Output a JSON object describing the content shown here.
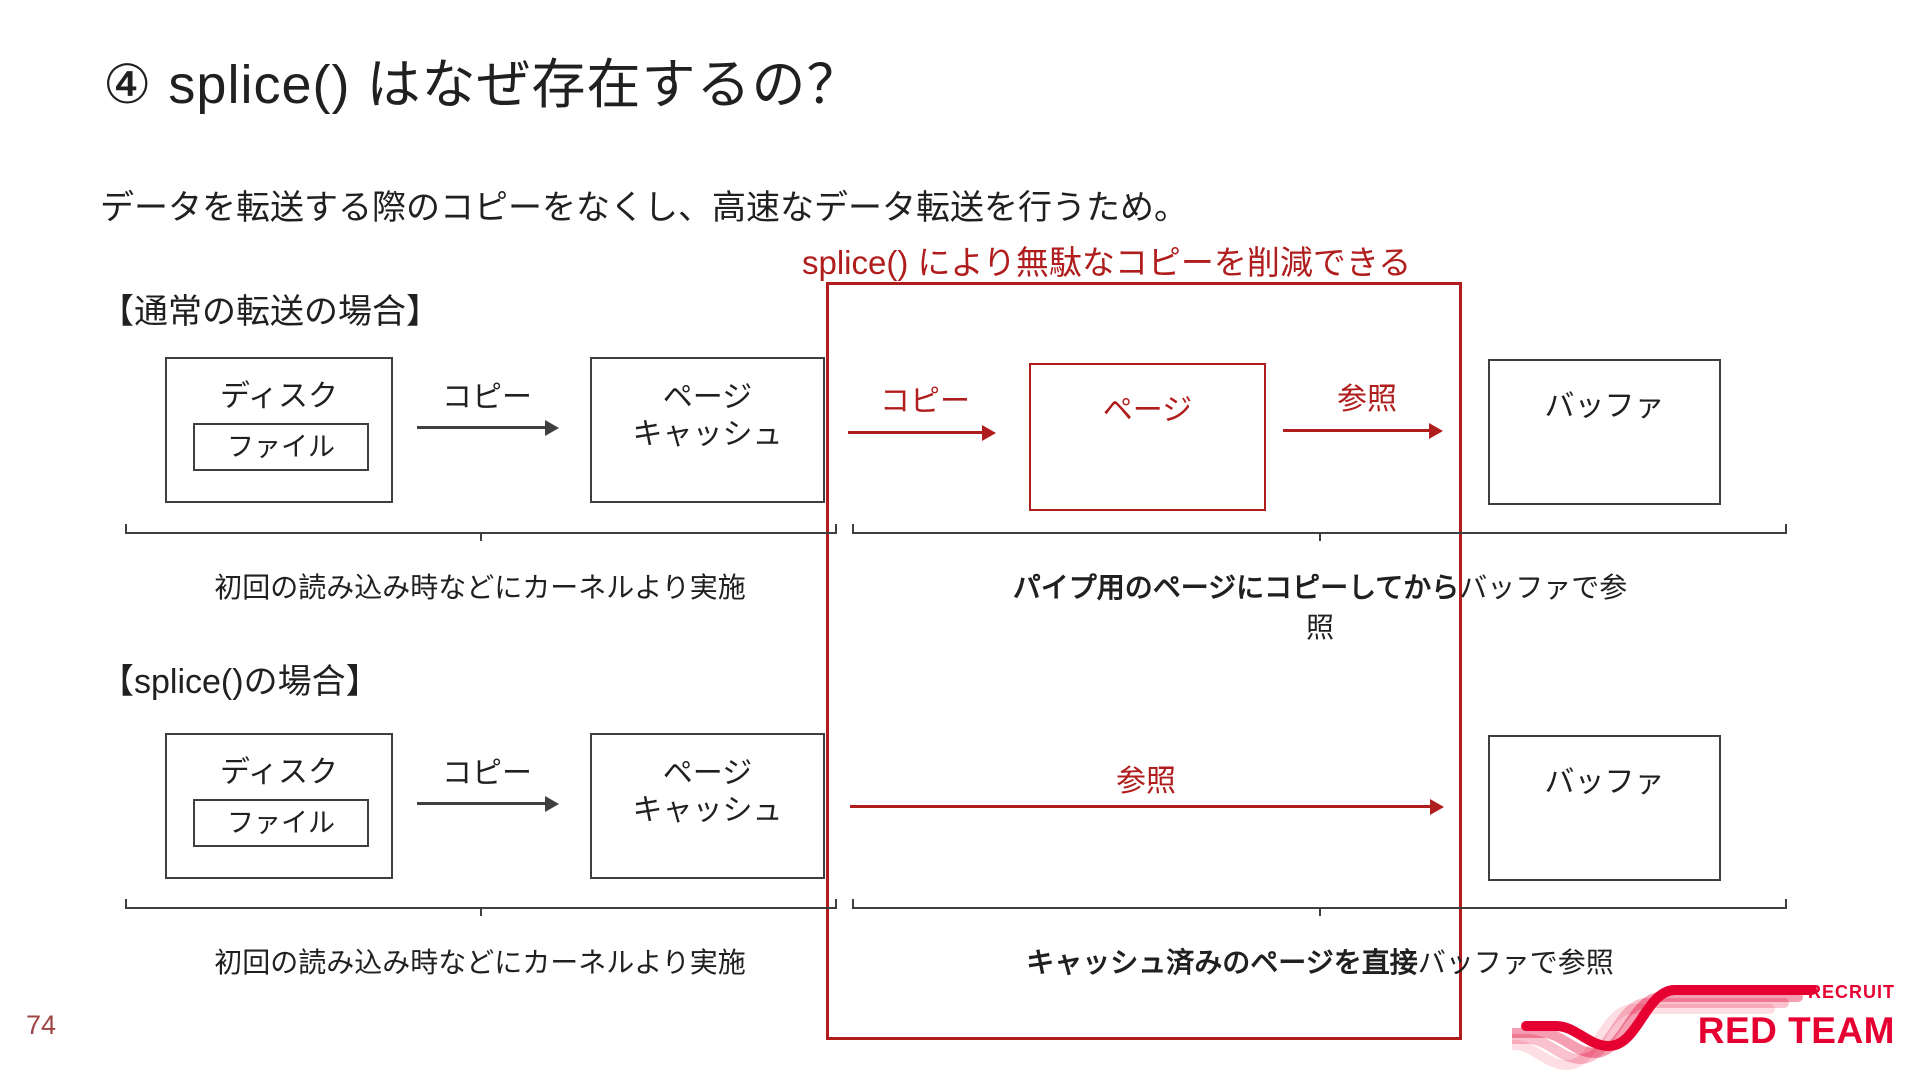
{
  "slide": {
    "title": "④ splice() はなぜ存在するの？",
    "subtitle": "データを転送する際のコピーをなくし、高速なデータ転送を行うため。",
    "annotation": "splice() により無駄なコピーを削減できる",
    "page_number": "74"
  },
  "colors": {
    "accent_red": "#b01d1d",
    "logo_red": "#e60032",
    "ink": "#202020",
    "line_gray": "#3f3f3f",
    "page_number": "#a04545"
  },
  "sections": [
    {
      "header": "【通常の転送の場合】",
      "disk_label": "ディスク",
      "file_label": "ファイル",
      "copy_label": "コピー",
      "cache_line1": "ページ",
      "cache_line2": "キャッシュ",
      "pipe_copy_label": "コピー",
      "page_label": "ページ",
      "ref_label": "参照",
      "buffer_label": "バッファ",
      "caption_left": "初回の読み込み時などにカーネルより実施",
      "caption_right_bold": "パイプ用のページにコピーしてから",
      "caption_right_rest": "バッファで参照"
    },
    {
      "header": "【splice()の場合】",
      "disk_label": "ディスク",
      "file_label": "ファイル",
      "copy_label": "コピー",
      "cache_line1": "ページ",
      "cache_line2": "キャッシュ",
      "ref_label": "参照",
      "buffer_label": "バッファ",
      "caption_left": "初回の読み込み時などにカーネルより実施",
      "caption_right_bold": "キャッシュ済みのページを直接",
      "caption_right_rest": "バッファで参照"
    }
  ],
  "logo": {
    "brand": "RECRUIT",
    "team": "RED TEAM"
  }
}
